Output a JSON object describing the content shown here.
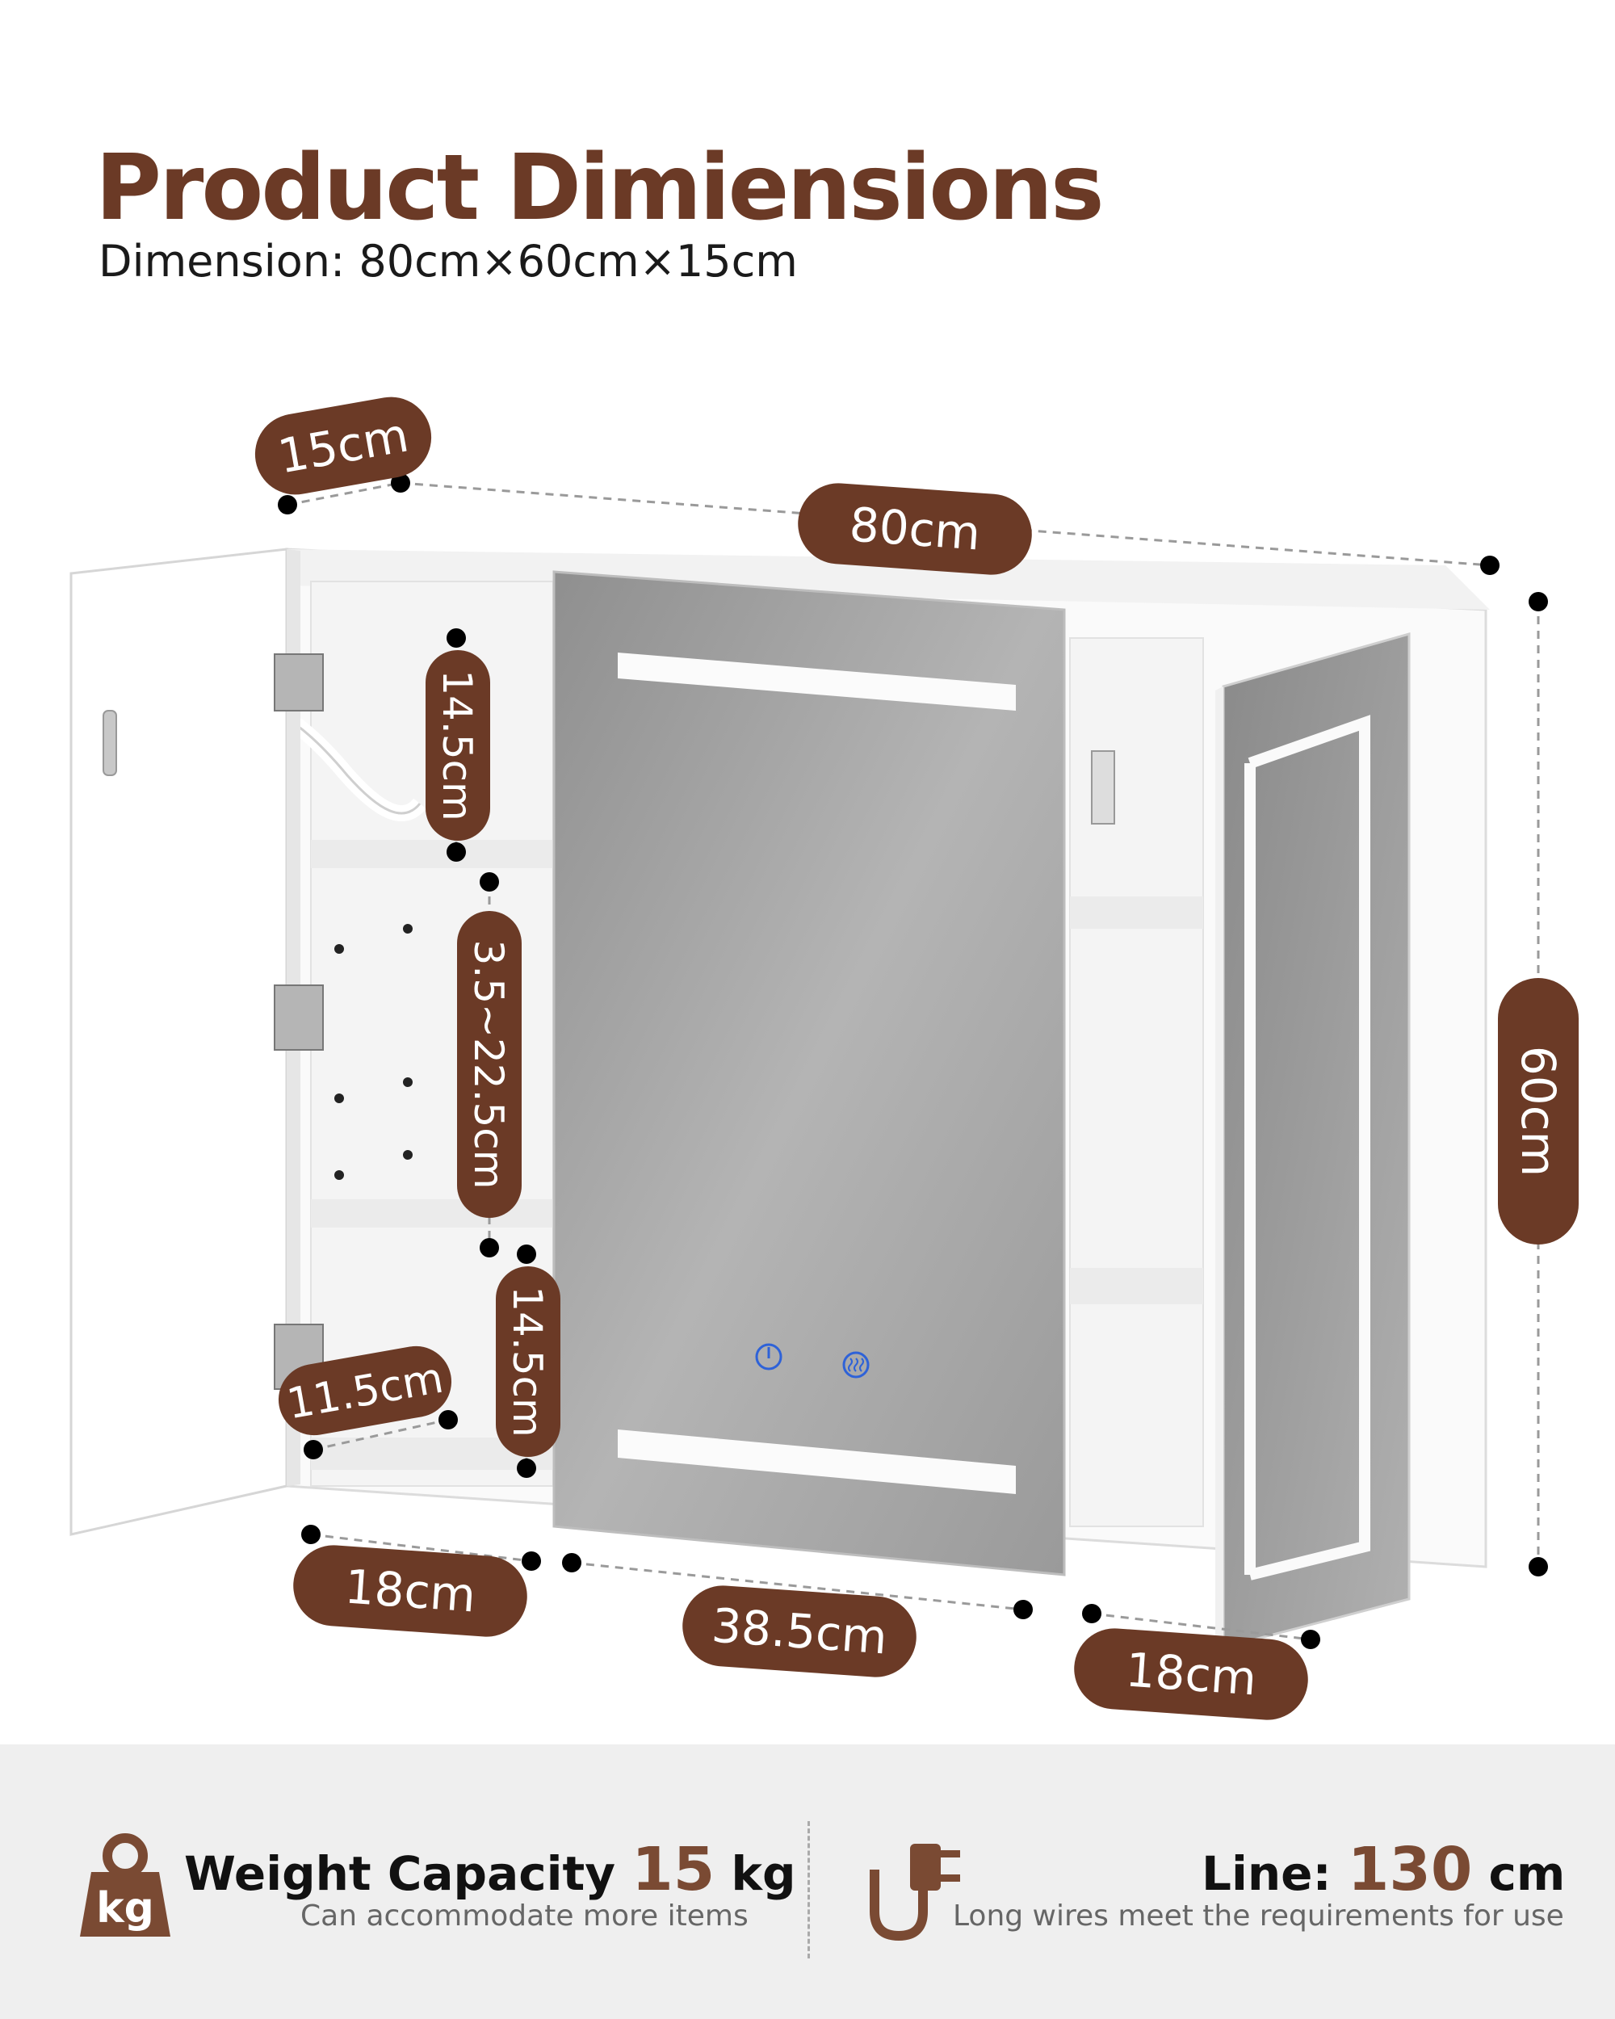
{
  "header": {
    "title": "Product Dimiensions",
    "subtitle": "Dimension: 80cm×60cm×15cm"
  },
  "dimensions": {
    "depth": "15cm",
    "width": "80cm",
    "height": "60cm",
    "top_shelf_gap": "14.5cm",
    "adjustable_gap": "3.5~22.5cm",
    "bottom_shelf_gap": "14.5cm",
    "bottom_depth": "11.5cm",
    "left_section": "18cm",
    "center_door": "38.5cm",
    "right_section": "18cm"
  },
  "features": {
    "weight": {
      "label": "Weight Capacity",
      "value": "15",
      "unit": "kg",
      "subtitle": "Can accommodate more items",
      "icon": "kg-weight-icon",
      "icon_text": "kg"
    },
    "line": {
      "label": "Line:",
      "value": "130",
      "unit": "cm",
      "subtitle": "Long wires meet the requirements for use",
      "icon": "plug-cable-icon"
    }
  },
  "colors": {
    "accent_brown": "#6b3a26",
    "label_brown": "#7a4a33",
    "mirror_gray": "#9e9e9e",
    "background_band": "#efefef"
  }
}
